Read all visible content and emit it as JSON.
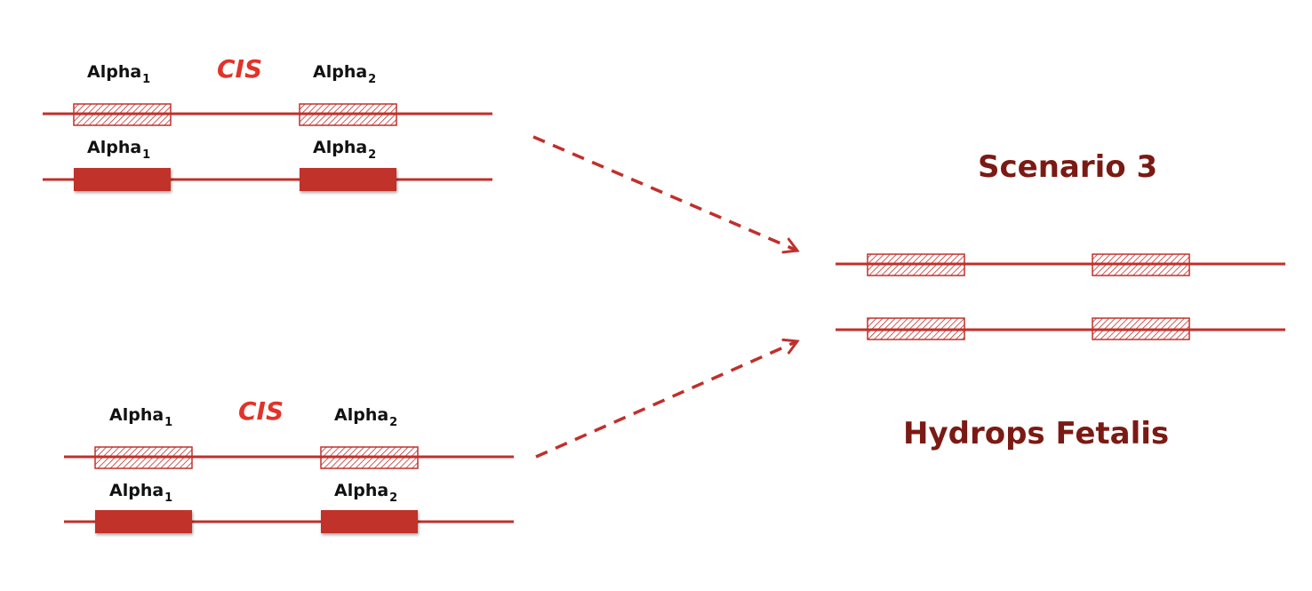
{
  "colors": {
    "line": "#c0302b",
    "solid_gene": "#c0302b",
    "hatch": "#c0302b",
    "cis_text": "#e2332a",
    "title_text": "#7b1a14",
    "arrow": "#c0302b"
  },
  "top_group": {
    "label_cis": "CIS",
    "chromosome_a": {
      "allele": "deleted",
      "genes": [
        {
          "name": "Alpha",
          "sub": "1"
        },
        {
          "name": "Alpha",
          "sub": "2"
        }
      ]
    },
    "chromosome_b": {
      "allele": "normal",
      "genes": [
        {
          "name": "Alpha",
          "sub": "1"
        },
        {
          "name": "Alpha",
          "sub": "2"
        }
      ]
    }
  },
  "bottom_group": {
    "label_cis": "CIS",
    "chromosome_a": {
      "allele": "deleted",
      "genes": [
        {
          "name": "Alpha",
          "sub": "1"
        },
        {
          "name": "Alpha",
          "sub": "2"
        }
      ]
    },
    "chromosome_b": {
      "allele": "normal",
      "genes": [
        {
          "name": "Alpha",
          "sub": "1"
        },
        {
          "name": "Alpha",
          "sub": "2"
        }
      ]
    }
  },
  "result": {
    "scenario_title": "Scenario 3",
    "outcome": "Hydrops Fetalis",
    "chromosome_a_allele": "deleted",
    "chromosome_b_allele": "deleted"
  }
}
